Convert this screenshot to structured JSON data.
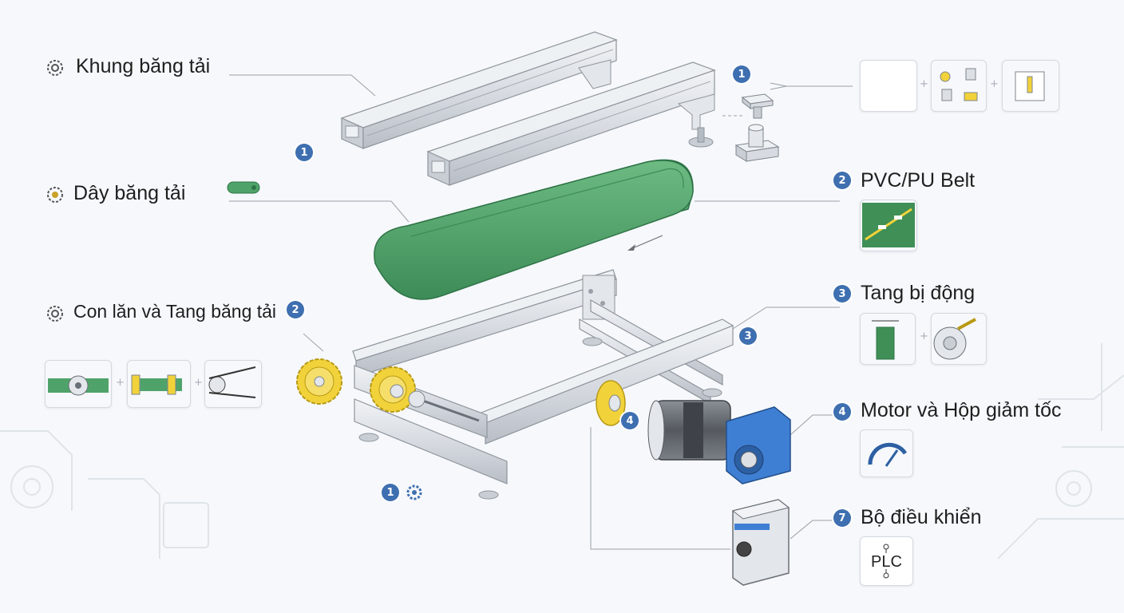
{
  "labels": {
    "frame": "Khung băng tải",
    "belt": "Dây băng tải",
    "rollers": "Con lăn và Tang băng tải",
    "pvc_belt": "PVC/PU Belt",
    "idler": "Tang bị động",
    "motor": "Motor và Hộp giảm tốc",
    "controller": "Bộ điều khiển",
    "plc": "PLC"
  },
  "badges": {
    "b1_top": "1",
    "b1_frame": "1",
    "b1_bottom": "1",
    "b2_pvc": "2",
    "b2_roller": "2",
    "b3_idler": "3",
    "b3_frame": "3",
    "b4_motor": "4",
    "b4_pulley": "4",
    "b7_ctrl": "7"
  },
  "colors": {
    "badge": "#3e6fb0",
    "belt": "#4fa36a",
    "aluminum": "#d9dde3",
    "gear": "#f2d23a",
    "gearbox": "#3f7fd3",
    "motor": "#5f6369"
  }
}
